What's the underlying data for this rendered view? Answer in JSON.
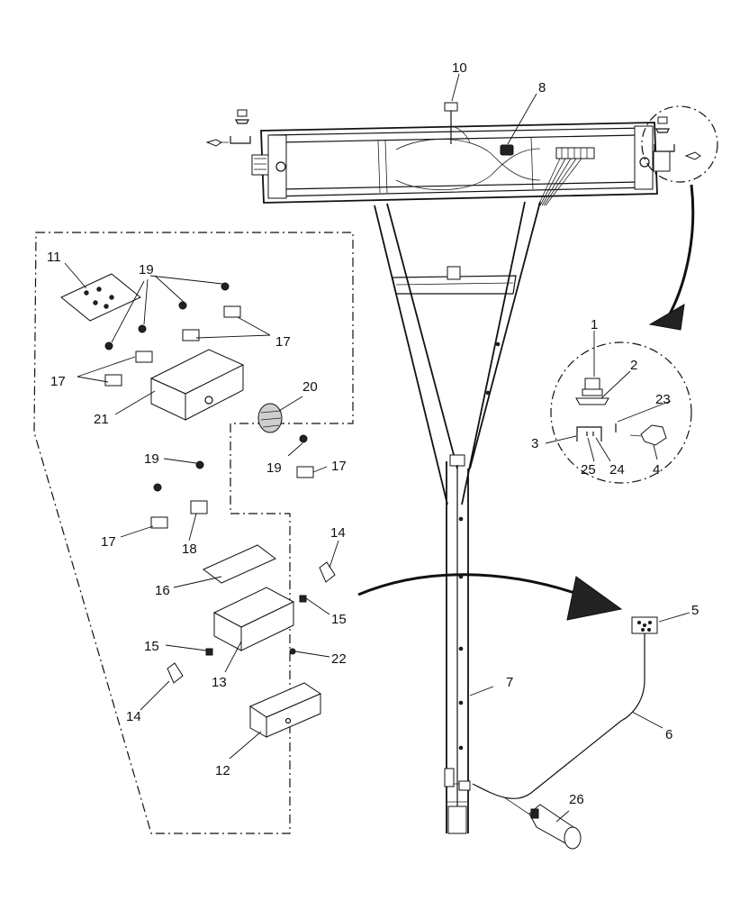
{
  "callouts": [
    {
      "id": "c1",
      "text": "1"
    },
    {
      "id": "c2",
      "text": "2"
    },
    {
      "id": "c3",
      "text": "3"
    },
    {
      "id": "c4",
      "text": "4"
    },
    {
      "id": "c5",
      "text": "5"
    },
    {
      "id": "c6",
      "text": "6"
    },
    {
      "id": "c7",
      "text": "7"
    },
    {
      "id": "c8",
      "text": "8"
    },
    {
      "id": "c10",
      "text": "10"
    },
    {
      "id": "c11",
      "text": "11"
    },
    {
      "id": "c12",
      "text": "12"
    },
    {
      "id": "c13",
      "text": "13"
    },
    {
      "id": "c14a",
      "text": "14"
    },
    {
      "id": "c14b",
      "text": "14"
    },
    {
      "id": "c15a",
      "text": "15"
    },
    {
      "id": "c15b",
      "text": "15"
    },
    {
      "id": "c16",
      "text": "16"
    },
    {
      "id": "c17a",
      "text": "17"
    },
    {
      "id": "c17b",
      "text": "17"
    },
    {
      "id": "c17c",
      "text": "17"
    },
    {
      "id": "c17d",
      "text": "17"
    },
    {
      "id": "c18",
      "text": "18"
    },
    {
      "id": "c19a",
      "text": "19"
    },
    {
      "id": "c19b",
      "text": "19"
    },
    {
      "id": "c19c",
      "text": "19"
    },
    {
      "id": "c20",
      "text": "20"
    },
    {
      "id": "c21",
      "text": "21"
    },
    {
      "id": "c22",
      "text": "22"
    },
    {
      "id": "c23",
      "text": "23"
    },
    {
      "id": "c24",
      "text": "24"
    },
    {
      "id": "c25",
      "text": "25"
    },
    {
      "id": "c26",
      "text": "26"
    }
  ]
}
